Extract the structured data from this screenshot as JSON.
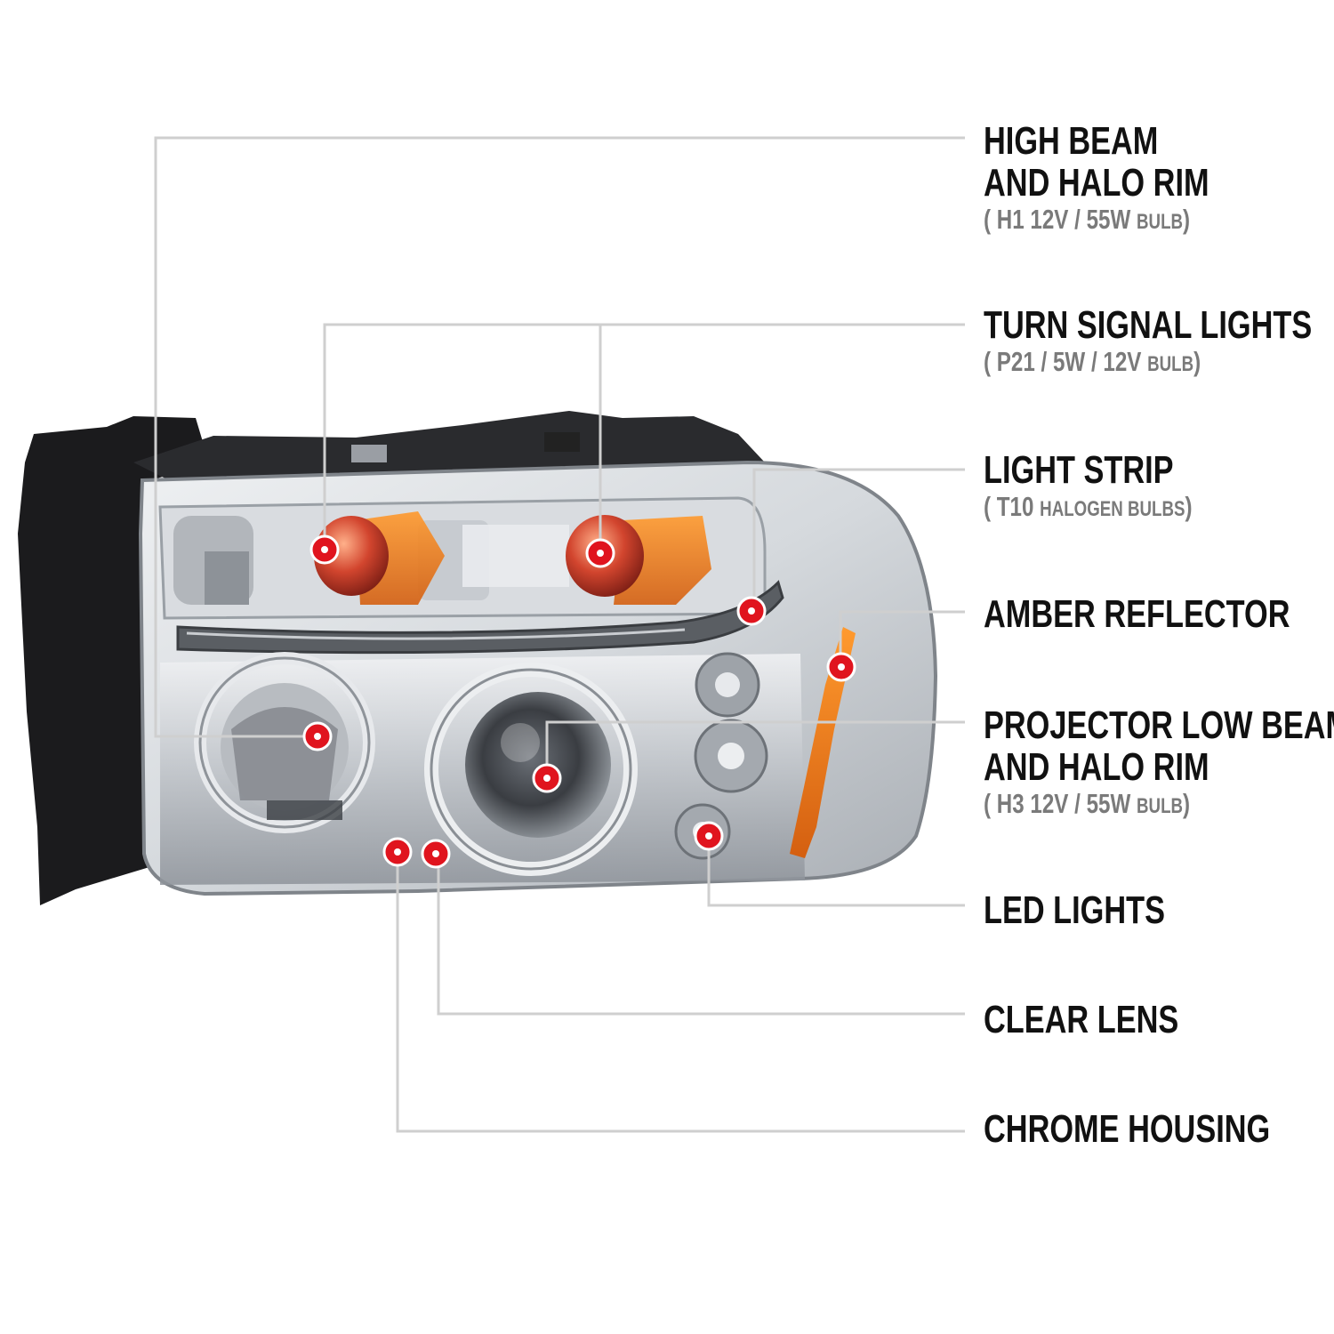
{
  "image": {
    "subject": "headlight-assembly-diagram",
    "colors": {
      "background": "#ffffff",
      "leader_line": "#cfcfcf",
      "marker": "#e0141e",
      "text": "#111111",
      "subtext": "#7a7a7a",
      "amber": "#e0721a",
      "chrome": "#b9bdc3",
      "housing_black": "#1b1b1d"
    }
  },
  "callouts": [
    {
      "id": "high-beam",
      "title_lines": [
        "HIGH BEAM",
        "AND HALO RIM"
      ],
      "spec": {
        "open": "(",
        "main": "H1   12V / 55W",
        "unit": "BULB",
        "close": ")"
      }
    },
    {
      "id": "turn-signal",
      "title_lines": [
        "TURN SIGNAL LIGHTS"
      ],
      "spec": {
        "open": "(",
        "main": "P21  / 5W / 12V",
        "unit": "BULB",
        "close": ")"
      }
    },
    {
      "id": "light-strip",
      "title_lines": [
        "LIGHT STRIP"
      ],
      "spec": {
        "open": "(",
        "main": "T10",
        "unit": "HALOGEN BULBS",
        "close": ")"
      }
    },
    {
      "id": "amber-reflector",
      "title_lines": [
        "AMBER REFLECTOR"
      ]
    },
    {
      "id": "projector-low-beam",
      "title_lines": [
        "PROJECTOR LOW BEAM",
        "AND HALO RIM"
      ],
      "spec": {
        "open": "(",
        "main": "H3  12V / 55W",
        "unit": "BULB",
        "close": ")"
      }
    },
    {
      "id": "led-lights",
      "title_lines": [
        "LED LIGHTS"
      ]
    },
    {
      "id": "clear-lens",
      "title_lines": [
        "CLEAR LENS"
      ]
    },
    {
      "id": "chrome-housing",
      "title_lines": [
        "CHROME HOUSING"
      ]
    }
  ]
}
